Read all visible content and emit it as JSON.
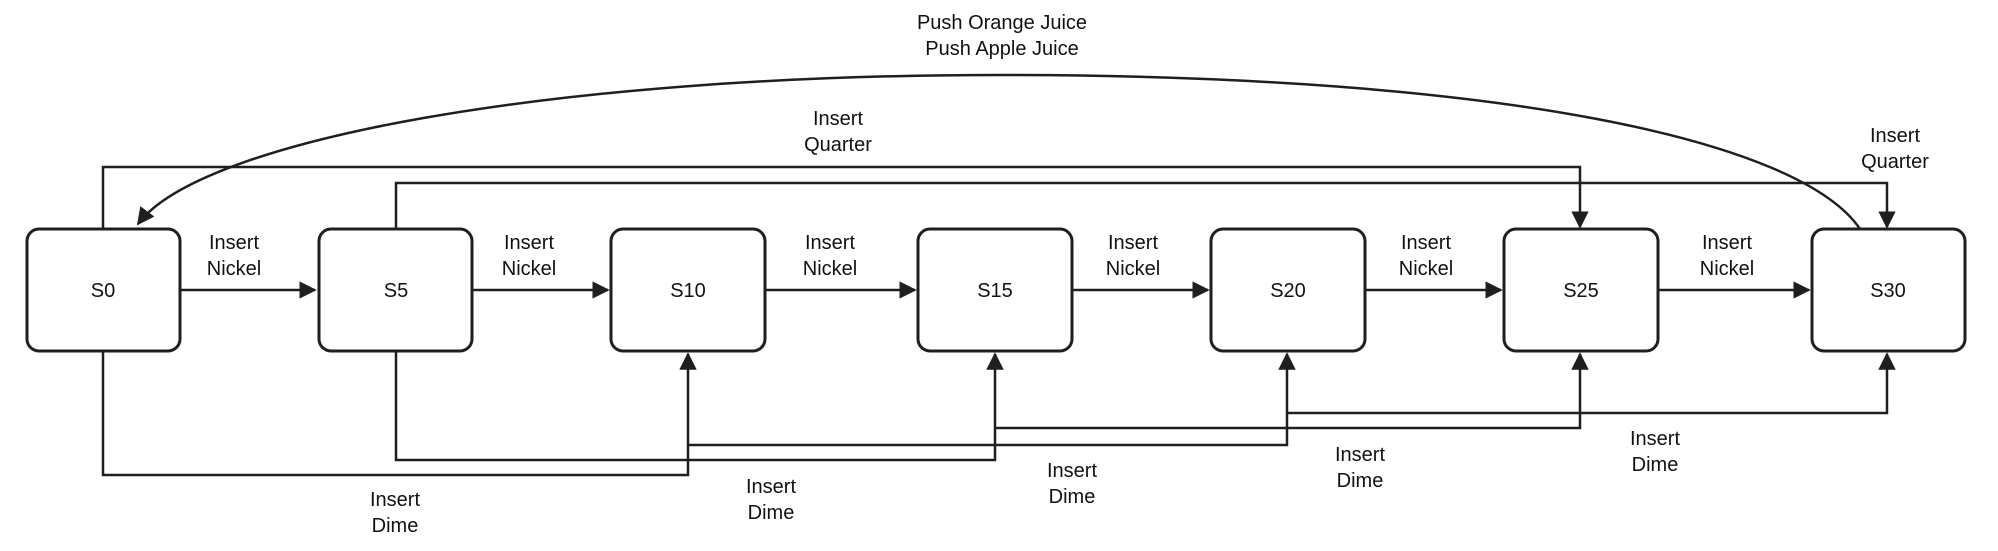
{
  "diagram": {
    "states": [
      "S0",
      "S5",
      "S10",
      "S15",
      "S20",
      "S25",
      "S30"
    ],
    "labels": {
      "nickel": [
        "Insert",
        "Nickel"
      ],
      "dime": [
        "Insert",
        "Dime"
      ],
      "quarter": [
        "Insert",
        "Quarter"
      ],
      "push": [
        "Push Orange Juice",
        "Push Apple Juice"
      ]
    },
    "transitions": [
      {
        "from": "S0",
        "to": "S5",
        "label": "Insert Nickel"
      },
      {
        "from": "S5",
        "to": "S10",
        "label": "Insert Nickel"
      },
      {
        "from": "S10",
        "to": "S15",
        "label": "Insert Nickel"
      },
      {
        "from": "S15",
        "to": "S20",
        "label": "Insert Nickel"
      },
      {
        "from": "S20",
        "to": "S25",
        "label": "Insert Nickel"
      },
      {
        "from": "S25",
        "to": "S30",
        "label": "Insert Nickel"
      },
      {
        "from": "S0",
        "to": "S10",
        "label": "Insert Dime"
      },
      {
        "from": "S5",
        "to": "S15",
        "label": "Insert Dime"
      },
      {
        "from": "S10",
        "to": "S20",
        "label": "Insert Dime"
      },
      {
        "from": "S15",
        "to": "S25",
        "label": "Insert Dime"
      },
      {
        "from": "S20",
        "to": "S30",
        "label": "Insert Dime"
      },
      {
        "from": "S0",
        "to": "S25",
        "label": "Insert Quarter"
      },
      {
        "from": "S5",
        "to": "S30",
        "label": "Insert Quarter"
      },
      {
        "from": "S30",
        "to": "S0",
        "label": "Push Orange Juice / Push Apple Juice"
      }
    ],
    "color": "#1f1f1f"
  }
}
